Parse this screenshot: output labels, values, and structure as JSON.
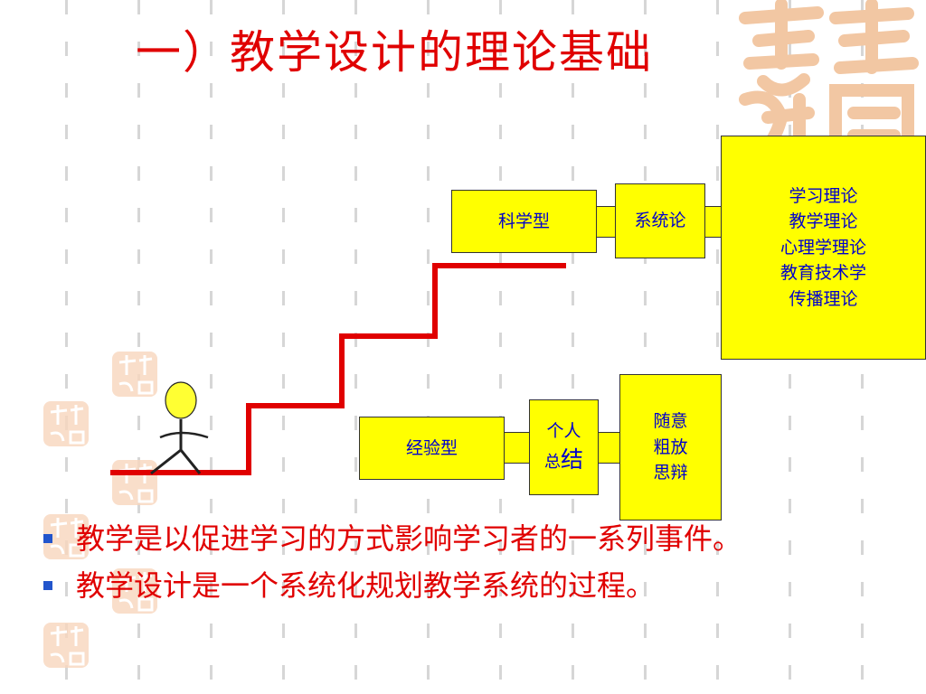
{
  "slide": {
    "title": "一）教学设计的理论基础"
  },
  "diagram": {
    "scientific_label": "科学型",
    "systems_label": "系统论",
    "theory_list": [
      "学习理论",
      "教学理论",
      "心理学理论",
      "教育技术学",
      "传播理论"
    ],
    "empirical_label": "经验型",
    "personal_line1": "个人",
    "personal_line2_small": "总",
    "personal_line2_big": "结",
    "arbitrary_list": [
      "随意",
      "粗放",
      "思辩"
    ]
  },
  "bullets": [
    "教学是以促进学习的方式影响学习者的一系列事件。",
    "教学设计是一个系统化规划教学系统的过程。"
  ],
  "colors": {
    "title": "#e00000",
    "box_fill": "#ffff00",
    "box_text": "#0000cc",
    "stairs": "#e00000",
    "bullet_mark": "#2255cc",
    "seal": "#f4c9a8"
  },
  "icons": [
    "auspicious-seal-icon",
    "stick-figure-icon"
  ]
}
